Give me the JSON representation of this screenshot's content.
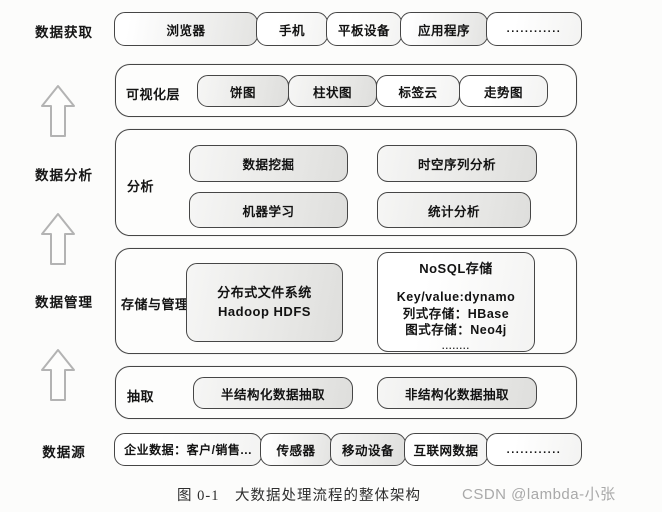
{
  "stages": {
    "acquisition": "数据获取",
    "analysis": "数据分析",
    "management": "数据管理",
    "source": "数据源"
  },
  "acquisition_row": {
    "items": [
      "浏览器",
      "手机",
      "平板设备",
      "应用程序",
      "............"
    ]
  },
  "visualization_layer": {
    "label": "可视化层",
    "items": [
      "饼图",
      "柱状图",
      "标签云",
      "走势图"
    ]
  },
  "analysis_layer": {
    "label": "分析",
    "items": [
      "数据挖掘",
      "时空序列分析",
      "机器学习",
      "统计分析"
    ]
  },
  "storage_layer": {
    "label": "存储与管理",
    "dfs": {
      "line1": "分布式文件系统",
      "line2": "Hadoop HDFS"
    },
    "nosql": {
      "title": "NoSQL存储",
      "lines": [
        "Key/value:dynamo",
        "列式存储：HBase",
        "图式存储：Neo4j"
      ],
      "dots": "........"
    }
  },
  "extraction_layer": {
    "label": "抽取",
    "items": [
      "半结构化数据抽取",
      "非结构化数据抽取"
    ]
  },
  "source_row": {
    "items": [
      "企业数据：客户/销售...",
      "传感器",
      "移动设备",
      "互联网数据",
      "............"
    ]
  },
  "caption": "图 0-1　大数据处理流程的整体架构",
  "watermark": "CSDN @lambda-小张",
  "colors": {
    "box_border": "#464646",
    "arrow_outline": "#b3b3b3",
    "watermark_gray": "#a9a9a9",
    "background": "#fcfcfb"
  }
}
